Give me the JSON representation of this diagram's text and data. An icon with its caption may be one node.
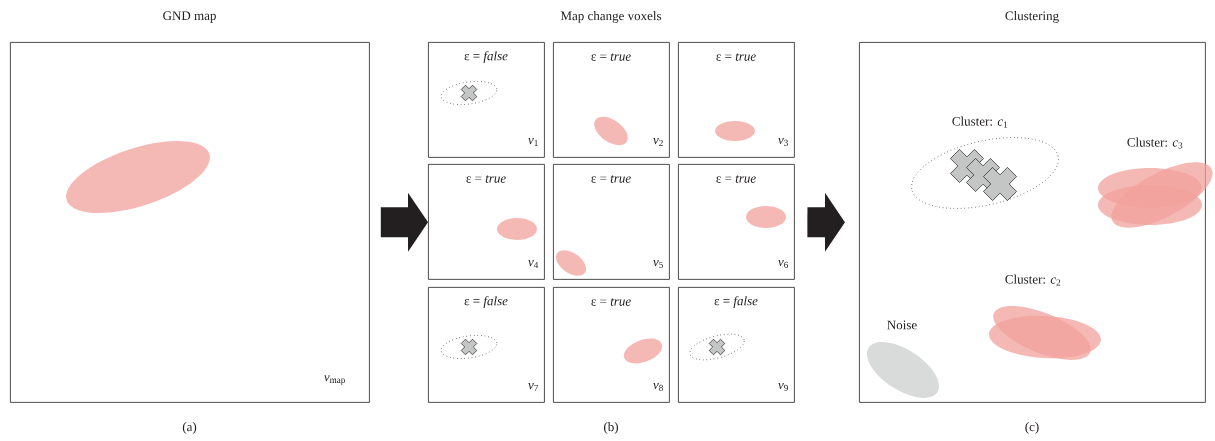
{
  "diagram": {
    "nodes": [
      {
        "text": [
          "GND map",
          "*v*$_{map}$"
        ],
        "beside": [
          "(a)"
        ]
      },
      {
        "text": [
          "Map change voxels"
        ],
        "beside": [
          "(b)"
        ]
      },
      {
        "text": [
          "ε = *false*",
          "*v*$_{1}$"
        ],
        "in": 1
      },
      {
        "text": [
          "ε = *true*",
          "*v*$_{2}$"
        ],
        "in": 1
      },
      {
        "text": [
          "ε = *true*",
          "*v*$_{3}$"
        ],
        "in": 1
      },
      {
        "text": [
          "ε = *true*",
          "*v*$_{4}$"
        ],
        "in": 1
      },
      {
        "text": [
          "ε = *true*",
          "*v*$_{5}$"
        ],
        "in": 1
      },
      {
        "text": [
          "ε = *true*",
          "*v*$_{6}$"
        ],
        "in": 1
      },
      {
        "text": [
          "ε = *false*",
          "*v*$_{7}$"
        ],
        "in": 1
      },
      {
        "text": [
          "ε = *true*",
          "*v*$_{8}$"
        ],
        "in": 1
      },
      {
        "text": [
          "ε = *false*",
          "*v*$_{9}$"
        ],
        "in": 1
      },
      {
        "text": [
          "Clustering",
          "Cluster: *c*$_{1}$",
          "Cluster: *c*$_{3}$",
          "Cluster: *c*$_{2}$",
          "Noise"
        ],
        "beside": [
          "(c)"
        ]
      }
    ],
    "edges": [
      {
        "from": 0,
        "to": 1,
        "arrow": "to"
      },
      {
        "from": 1,
        "to": 11,
        "arrow": "to"
      }
    ]
  }
}
